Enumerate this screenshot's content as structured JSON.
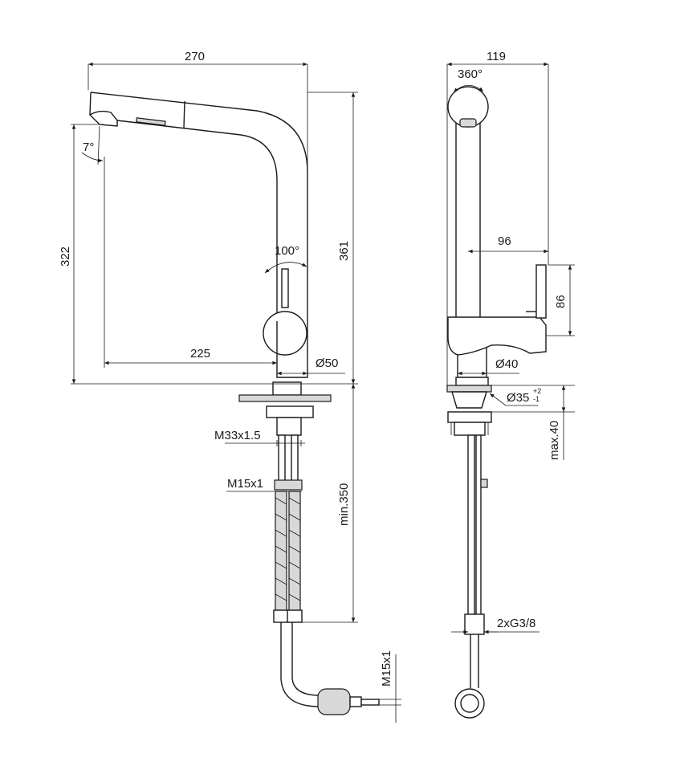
{
  "front_view": {
    "width_dim": "270",
    "height_dim": "361",
    "outlet_height_dim": "322",
    "spray_angle": "7°",
    "lever_angle": "100°",
    "reach_dim": "225",
    "base_dia": "Ø50",
    "thread_main": "M33x1.5",
    "thread_hose": "M15x1",
    "hose_length": "min.350",
    "connector_thread": "M15x1"
  },
  "side_view": {
    "width_dim": "119",
    "swivel_angle": "360°",
    "lever_offset": "96",
    "lever_height": "86",
    "body_dia": "Ø40",
    "hole_dia": "Ø35",
    "hole_tol_plus": "+2",
    "hole_tol_minus": "-1",
    "deck_thickness": "max.40",
    "connection": "2xG3/8"
  }
}
